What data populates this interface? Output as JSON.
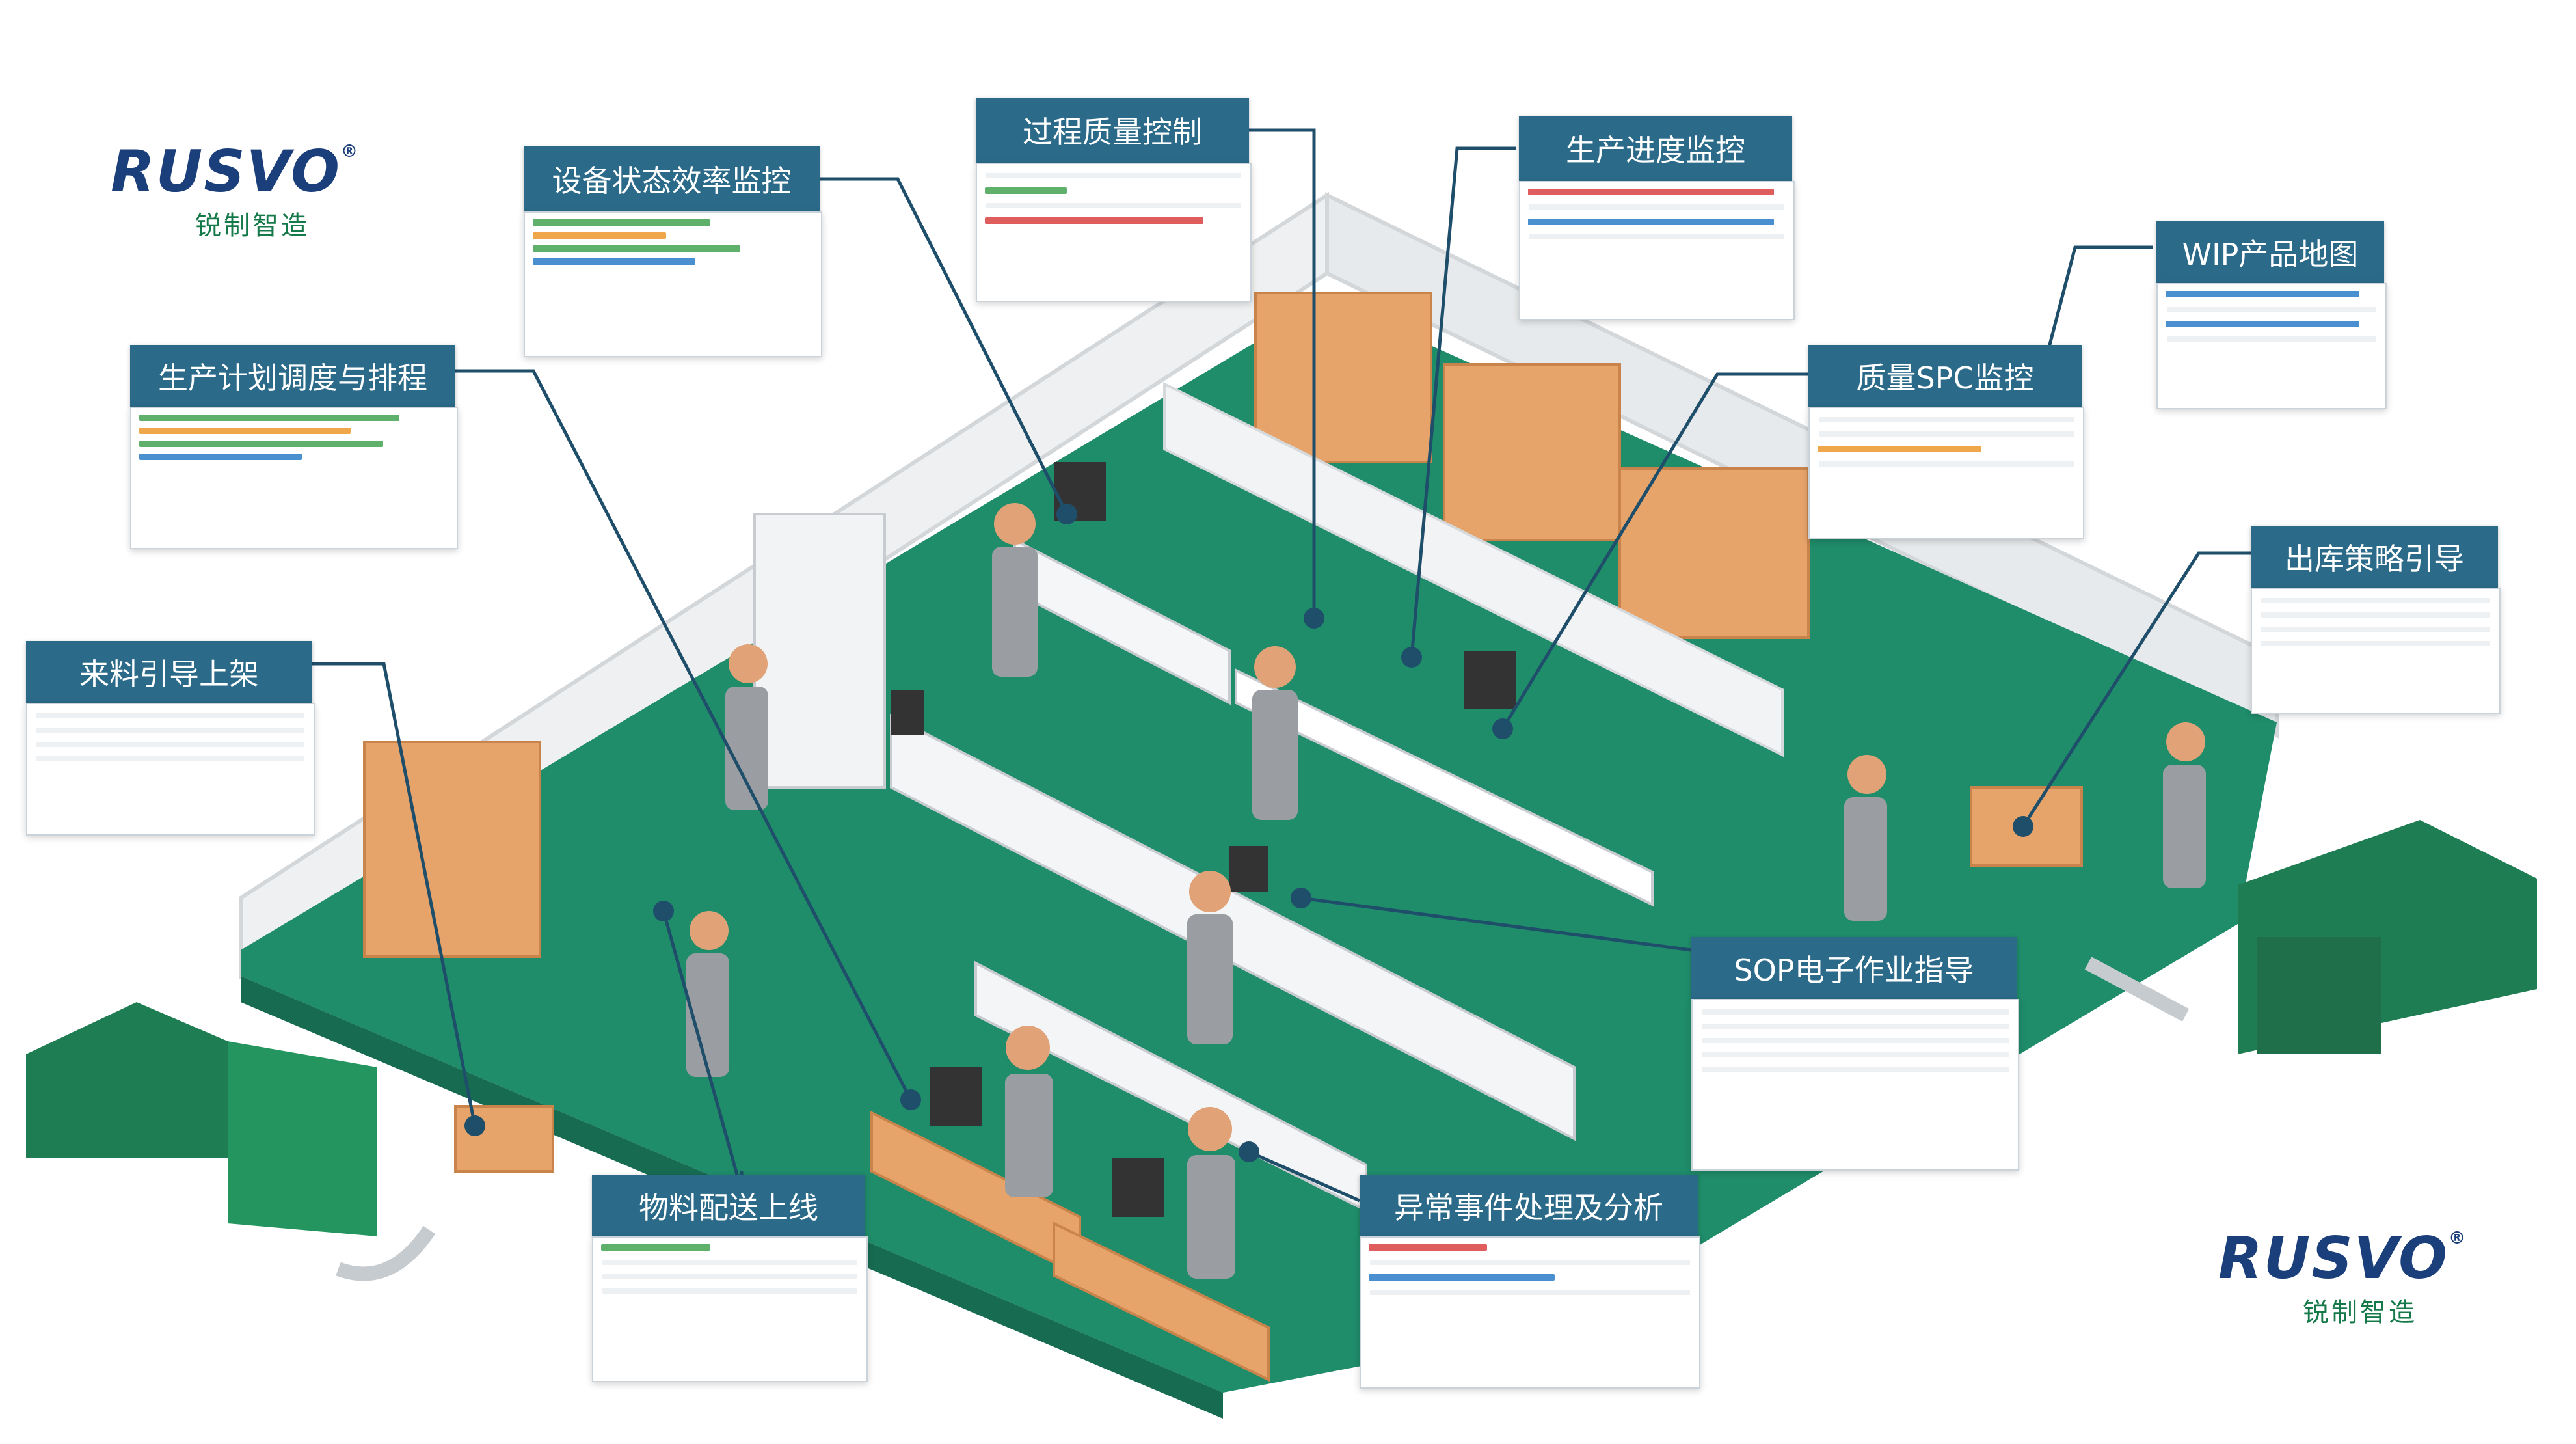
{
  "brand": {
    "logo_text": "RUSVO",
    "logo_sub": "锐制智造"
  },
  "labels": {
    "equipment_efficiency": "设备状态效率监控",
    "process_quality": "过程质量控制",
    "production_progress": "生产进度监控",
    "wip_map": "WIP产品地图",
    "spc_monitor": "质量SPC监控",
    "production_plan": "生产计划调度与排程",
    "outbound_strategy": "出库策略引导",
    "incoming_guide": "来料引导上架",
    "sop_guide": "SOP电子作业指导",
    "material_delivery": "物料配送上线",
    "exception_analysis": "异常事件处理及分析"
  },
  "colors": {
    "label_bg": "#2b6a89",
    "floor": "#1f8c6a",
    "truck": "#1e7d52",
    "box": "#e6a36a",
    "logo_blue": "#1b3f7a",
    "logo_green": "#16794a"
  },
  "icons": [
    "box-icon",
    "worker-icon",
    "monitor-icon",
    "truck-icon",
    "robot-arm-icon",
    "arrow-icon"
  ]
}
